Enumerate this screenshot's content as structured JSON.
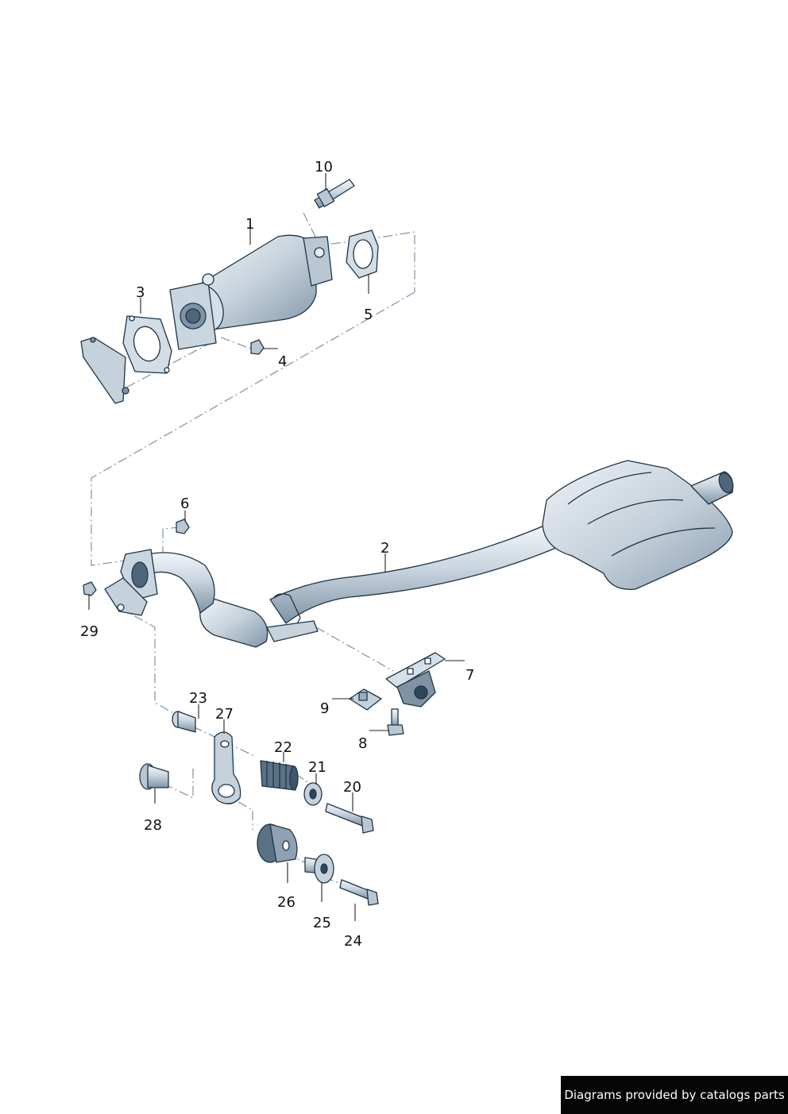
{
  "callouts": [
    {
      "num": "1"
    },
    {
      "num": "2"
    },
    {
      "num": "3"
    },
    {
      "num": "4"
    },
    {
      "num": "5"
    },
    {
      "num": "6"
    },
    {
      "num": "7"
    },
    {
      "num": "8"
    },
    {
      "num": "9"
    },
    {
      "num": "10"
    },
    {
      "num": "20"
    },
    {
      "num": "21"
    },
    {
      "num": "22"
    },
    {
      "num": "23"
    },
    {
      "num": "24"
    },
    {
      "num": "25"
    },
    {
      "num": "26"
    },
    {
      "num": "27"
    },
    {
      "num": "28"
    },
    {
      "num": "29"
    }
  ],
  "footer": {
    "text": "Diagrams provided by catalogs parts"
  },
  "colors": {
    "metal_light": "#e4ebf1",
    "metal_mid": "#b9c7d3",
    "metal_dark": "#7f93a5",
    "line": "#1f3447",
    "dashed": "#7c93a8",
    "footer_bg": "#050505"
  }
}
